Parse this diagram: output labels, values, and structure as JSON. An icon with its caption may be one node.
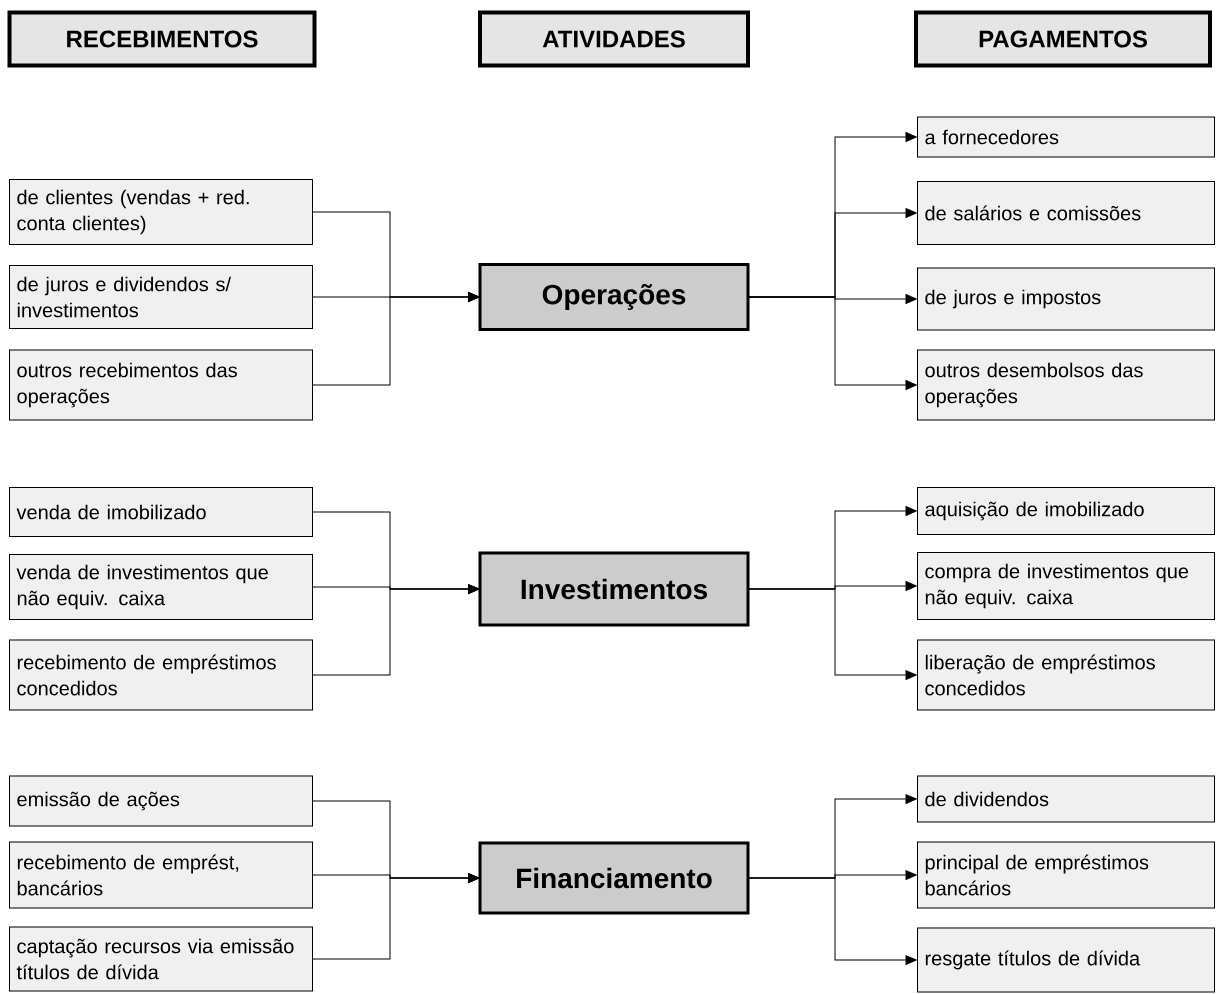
{
  "diagram": {
    "nodes": [
      {
        "text": [
          "RECEBIMENTOS"
        ]
      },
      {
        "text": [
          "ATIVIDADES"
        ]
      },
      {
        "text": [
          "PAGAMENTOS"
        ]
      },
      {
        "text": [
          "de clientes (vendas + red. conta clientes)"
        ]
      },
      {
        "text": [
          "de juros e dividendos s/ investimentos"
        ]
      },
      {
        "text": [
          "outros recebimentos das operações"
        ]
      },
      {
        "text": [
          "Operações"
        ]
      },
      {
        "text": [
          "a fornecedores"
        ]
      },
      {
        "text": [
          "de salários e comissões"
        ]
      },
      {
        "text": [
          "de juros e impostos"
        ]
      },
      {
        "text": [
          "outros desembolsos das operações"
        ]
      },
      {
        "text": [
          "venda de imobilizado"
        ]
      },
      {
        "text": [
          "venda de investimentos que não equiv. caixa"
        ]
      },
      {
        "text": [
          "recebimento de empréstimos concedidos"
        ]
      },
      {
        "text": [
          "Investimentos"
        ]
      },
      {
        "text": [
          "aquisição de imobilizado"
        ]
      },
      {
        "text": [
          "compra de investimentos que não equiv. caixa"
        ]
      },
      {
        "text": [
          "liberação de empréstimos concedidos"
        ]
      },
      {
        "text": [
          "emissão de ações"
        ]
      },
      {
        "text": [
          "recebimento de emprést, bancários"
        ]
      },
      {
        "text": [
          "captação recursos via emissão títulos de dívida"
        ]
      },
      {
        "text": [
          "Financiamento"
        ]
      },
      {
        "text": [
          "de dividendos"
        ]
      },
      {
        "text": [
          "principal de empréstimos bancários"
        ]
      },
      {
        "text": [
          "resgate títulos de dívida"
        ]
      }
    ],
    "edges": [
      {
        "from": 3,
        "to": 6,
        "arrow": "to"
      },
      {
        "from": 4,
        "to": 6,
        "arrow": "to"
      },
      {
        "from": 5,
        "to": 6,
        "arrow": "to"
      },
      {
        "from": 6,
        "to": 7,
        "arrow": "to"
      },
      {
        "from": 6,
        "to": 8,
        "arrow": "to"
      },
      {
        "from": 6,
        "to": 9,
        "arrow": "to"
      },
      {
        "from": 6,
        "to": 10,
        "arrow": "to"
      },
      {
        "from": 11,
        "to": 14,
        "arrow": "to"
      },
      {
        "from": 12,
        "to": 14,
        "arrow": "to"
      },
      {
        "from": 13,
        "to": 14,
        "arrow": "to"
      },
      {
        "from": 14,
        "to": 15,
        "arrow": "to"
      },
      {
        "from": 14,
        "to": 16,
        "arrow": "to"
      },
      {
        "from": 14,
        "to": 17,
        "arrow": "to"
      },
      {
        "from": 18,
        "to": 21,
        "arrow": "to"
      },
      {
        "from": 19,
        "to": 21,
        "arrow": "to"
      },
      {
        "from": 20,
        "to": 21,
        "arrow": "to"
      },
      {
        "from": 21,
        "to": 22,
        "arrow": "to"
      },
      {
        "from": 21,
        "to": 23,
        "arrow": "to"
      },
      {
        "from": 21,
        "to": 24,
        "arrow": "to"
      }
    ]
  }
}
